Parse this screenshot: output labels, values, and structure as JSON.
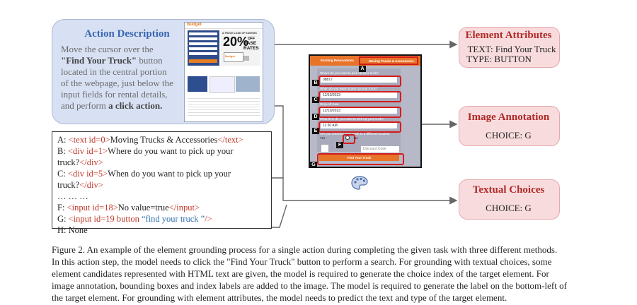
{
  "action": {
    "title": "Action Description",
    "line1": "Move the cursor over the",
    "line2_bold": "\"Find Your Truck\"",
    "line2_rest": " button",
    "line3": "located in the central portion",
    "line4": "of the webpage, just below the",
    "line5": "input fields for rental details,",
    "line6_pre": "and perform ",
    "line6_bold": "a click action."
  },
  "thumb": {
    "brand": "Budget",
    "promo_top": "A TRUCK LOAD OF SAVINGS",
    "promo_big": "20%",
    "promo_off": "OFF",
    "promo_base": "BASE",
    "promo_rates": "RATES",
    "brand2": "Budget"
  },
  "choices": {
    "a_pre": "A: ",
    "a_open": "<text id=0>",
    "a_text": "Moving Trucks & Accessories",
    "a_close": "</text>",
    "b_pre": "B: ",
    "b_open": "<div id=1>",
    "b_text": "Where do you want to pick up your",
    "b2_text": "truck?",
    "b2_close": "</div>",
    "c_pre": "C: ",
    "c_open": "<div id=5>",
    "c_text": "When do you want to pick up your",
    "c2_text": "truck?",
    "c2_close": "</div>",
    "ellipsis": "… … …",
    "f_pre": "F: ",
    "f_open": "<input id=18>",
    "f_text": "No value=true",
    "f_close": "</input>",
    "g_pre": "G: ",
    "g_open": "<input id=19 button ",
    "g_str": "“find your truck ”",
    "g_close": "/>",
    "h_line": "H: None"
  },
  "screenshot": {
    "tab1": "Existing Reservations",
    "tab2": "Moving Trucks & Accessories",
    "q1": "Where do you want to pick up your truck?",
    "zip": "08817",
    "q2": "When do you want to pick up your truck?",
    "date1": "12/10/2023",
    "q3": "Drop-off Date",
    "date2": "12/10/2023",
    "q4": "What time do you want to pick up your truck?",
    "time": "11:30 AM",
    "q5": "Are you returning your truck to a different location",
    "yes": "Yes",
    "no": "No",
    "discount": "Discount Code",
    "button": "Find Your Truck",
    "labels": [
      "A",
      "B",
      "C",
      "D",
      "E",
      "F",
      "G"
    ]
  },
  "element_attributes": {
    "title": "Element Attributes",
    "text": "TEXT: Find Your Truck",
    "type": "TYPE: BUTTON"
  },
  "image_annotation": {
    "title": "Image Annotation",
    "choice": "CHOICE: G"
  },
  "textual_choices": {
    "title": "Textual Choices",
    "choice": "CHOICE: G"
  },
  "caption": {
    "l1": "Figure 2. An example of the element grounding process for a single action during completing the given task with three different methods.",
    "l2": "In this action step, the model needs to click the \"Find Your Truck\" button to perform a search. For grounding with textual choices, some",
    "l3": "element candidates represented with HTML text are given, the model is required to generate the choice index of the target element. For",
    "l4": "image annotation, bounding boxes and index labels are added to the image. The model is required to generate the label on the bottom-left of",
    "l5": "the target element. For grounding with element attributes, the model needs to predict the text and type of the target element."
  },
  "colors": {
    "action_bg": "#d8e1f4",
    "action_title": "#3a66b0",
    "result_bg": "#f8dcdd",
    "result_title": "#b02a2a",
    "annotation_red": "#d31b1b",
    "html_tag": "#c0392b",
    "html_string": "#2e6fb0"
  }
}
